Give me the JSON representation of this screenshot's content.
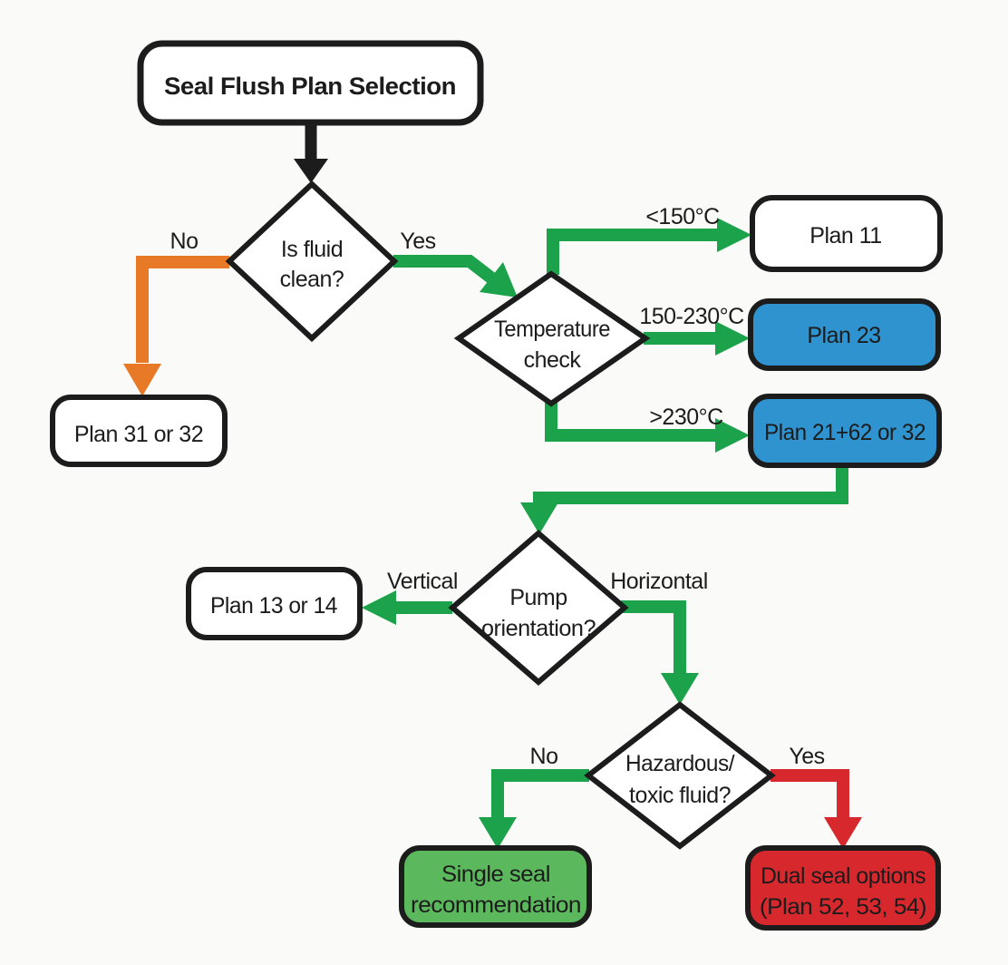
{
  "diagram_title": "Seal Flush Plan Selection",
  "colors": {
    "green": "#1ba24b",
    "orange": "#e87a27",
    "blue": "#2e93cf",
    "red": "#d7282e",
    "light_green": "#5cb85c",
    "ink": "#1c1c1c",
    "node_fill": "#ffffff",
    "background": "#fafaf8"
  },
  "nodes": {
    "title_box": {
      "label": "Seal Flush Plan Selection"
    },
    "fluid_clean": {
      "line1": "Is fluid",
      "line2": "clean?"
    },
    "plan_31_32": {
      "label": "Plan 31 or 32"
    },
    "temperature": {
      "line1": "Temperature",
      "line2": "check"
    },
    "plan_11": {
      "label": "Plan 11"
    },
    "plan_23": {
      "label": "Plan 23"
    },
    "plan_21_62_32": {
      "label": "Plan 21+62 or 32"
    },
    "pump_orientation": {
      "line1": "Pump",
      "line2": "orientation?"
    },
    "plan_13_14": {
      "label": "Plan 13 or 14"
    },
    "hazardous": {
      "line1": "Hazardous/",
      "line2": "toxic fluid?"
    },
    "single_seal": {
      "line1": "Single seal",
      "line2": "recommendation"
    },
    "dual_seal": {
      "line1": "Dual seal options",
      "line2": "(Plan 52, 53, 54)"
    }
  },
  "edge_labels": {
    "fluid_no": "No",
    "fluid_yes": "Yes",
    "temp_low": "<150°C",
    "temp_mid": "150-230°C",
    "temp_high": ">230°C",
    "pump_vertical": "Vertical",
    "pump_horizontal": "Horizontal",
    "hazard_no": "No",
    "hazard_yes": "Yes"
  }
}
